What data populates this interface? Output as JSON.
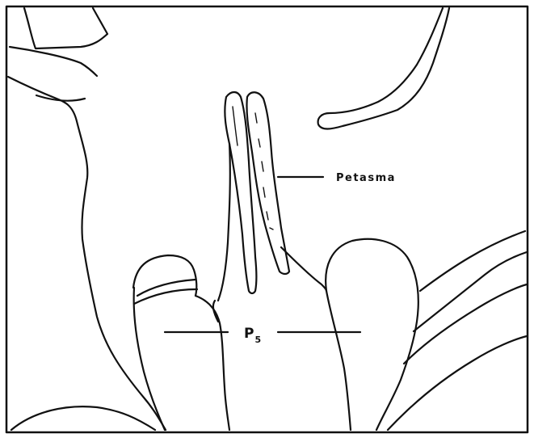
{
  "labels": {
    "petasma": "Petasma",
    "pereiopod_base": "P",
    "pereiopod_subscript": "5"
  },
  "colors": {
    "ink": "#111111",
    "background": "#ffffff"
  }
}
